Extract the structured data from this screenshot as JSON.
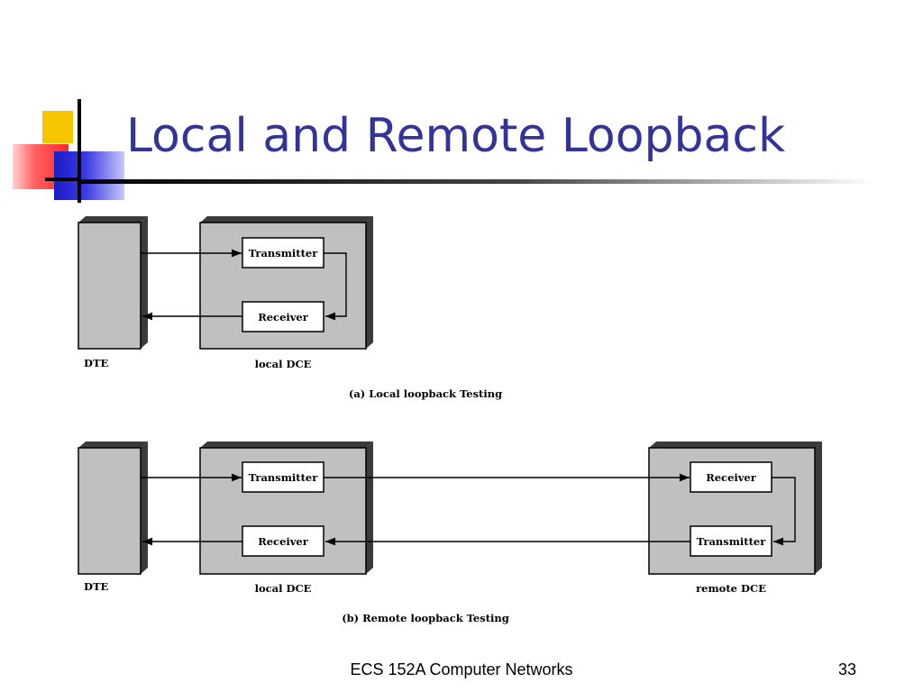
{
  "title": "Local and Remote Loopback",
  "diagram_local": {
    "dte_label": "DTE",
    "dce_label": "local DCE",
    "transmitter": "Transmitter",
    "receiver": "Receiver",
    "caption": "(a) Local loopback Testing"
  },
  "diagram_remote": {
    "dte_label": "DTE",
    "local_dce_label": "local DCE",
    "remote_dce_label": "remote DCE",
    "local_transmitter": "Transmitter",
    "local_receiver": "Receiver",
    "remote_receiver": "Receiver",
    "remote_transmitter": "Transmitter",
    "caption": "(b) Remote loopback Testing"
  },
  "footer": {
    "course": "ECS 152A  Computer Networks",
    "page": "33"
  },
  "colors": {
    "title": "#333399",
    "box_fill": "#c0c0c0",
    "box_shadow": "#3a3a3a"
  }
}
